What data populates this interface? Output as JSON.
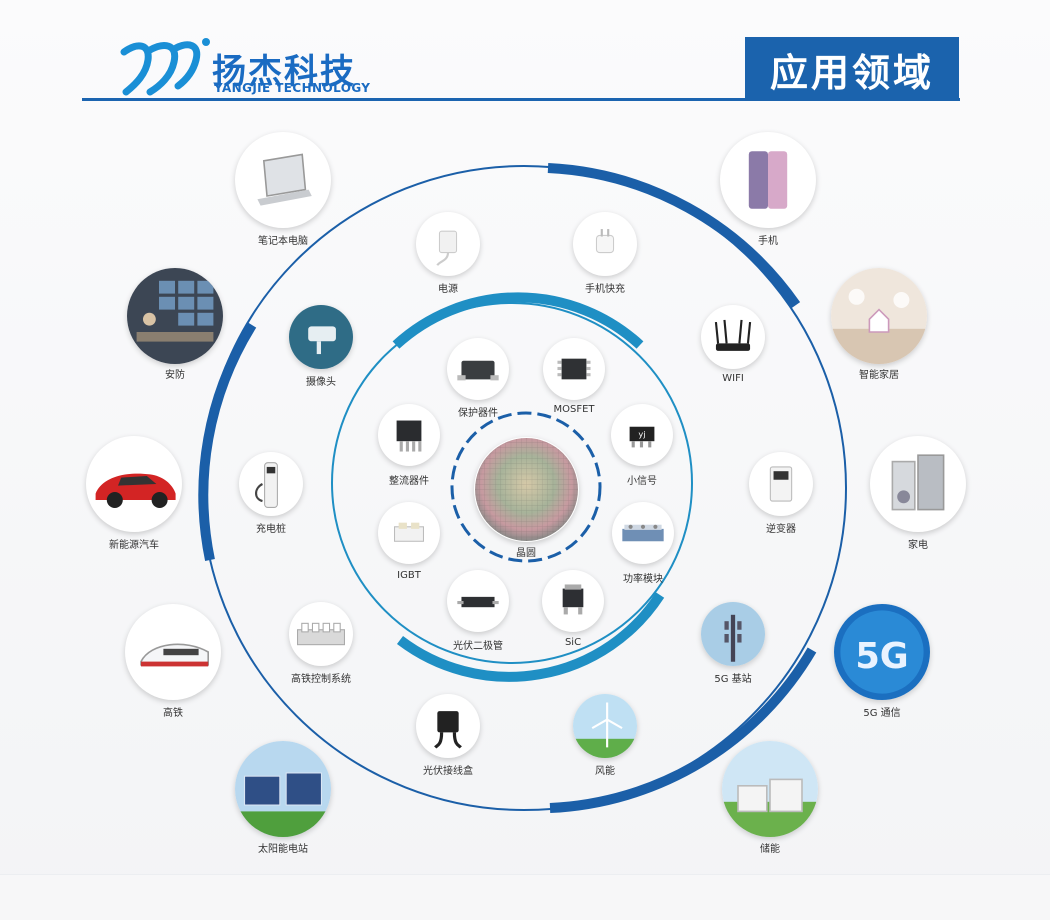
{
  "header": {
    "company_cn": "扬杰科技",
    "company_en": "YANGJIE TECHNOLOGY",
    "section_title": "应用领域"
  },
  "center": {
    "label": "晶圆"
  },
  "inner_ring": [
    {
      "label": "保护器件",
      "icon": "diode-package-icon"
    },
    {
      "label": "MOSFET",
      "icon": "mosfet-chip-icon"
    },
    {
      "label": "小信号",
      "icon": "small-signal-icon"
    },
    {
      "label": "功率模块",
      "icon": "power-module-icon"
    },
    {
      "label": "SiC",
      "icon": "sic-device-icon"
    },
    {
      "label": "光伏二极管",
      "icon": "pv-diode-icon"
    },
    {
      "label": "IGBT",
      "icon": "igbt-icon"
    },
    {
      "label": "整流器件",
      "icon": "rectifier-icon"
    }
  ],
  "middle_ring": [
    {
      "label": "电源",
      "icon": "power-adapter-icon"
    },
    {
      "label": "手机快充",
      "icon": "fast-charger-icon"
    },
    {
      "label": "WIFI",
      "icon": "wifi-router-icon"
    },
    {
      "label": "逆变器",
      "icon": "inverter-icon"
    },
    {
      "label": "5G 基站",
      "icon": "base-station-icon"
    },
    {
      "label": "风能",
      "icon": "wind-turbine-icon"
    },
    {
      "label": "光伏接线盒",
      "icon": "junction-box-icon"
    },
    {
      "label": "高铁控制系统",
      "icon": "rail-control-icon"
    },
    {
      "label": "充电桩",
      "icon": "charging-pile-icon"
    },
    {
      "label": "摄像头",
      "icon": "camera-icon"
    }
  ],
  "outer_ring": [
    {
      "label": "笔记本电脑",
      "icon": "laptop-icon"
    },
    {
      "label": "手机",
      "icon": "phone-icon"
    },
    {
      "label": "智能家居",
      "icon": "smart-home-icon"
    },
    {
      "label": "家电",
      "icon": "appliance-icon"
    },
    {
      "label": "5G 通信",
      "icon": "5g-icon"
    },
    {
      "label": "储能",
      "icon": "energy-storage-icon"
    },
    {
      "label": "太阳能电站",
      "icon": "solar-station-icon"
    },
    {
      "label": "高铁",
      "icon": "high-speed-train-icon"
    },
    {
      "label": "新能源汽车",
      "icon": "ev-car-icon"
    },
    {
      "label": "安防",
      "icon": "security-icon"
    }
  ],
  "icon_5g_text": "5G",
  "colors": {
    "brand_blue": "#1b63ad",
    "ring_dark": "#1a5aa6",
    "ring_light": "#2aa0c9"
  }
}
